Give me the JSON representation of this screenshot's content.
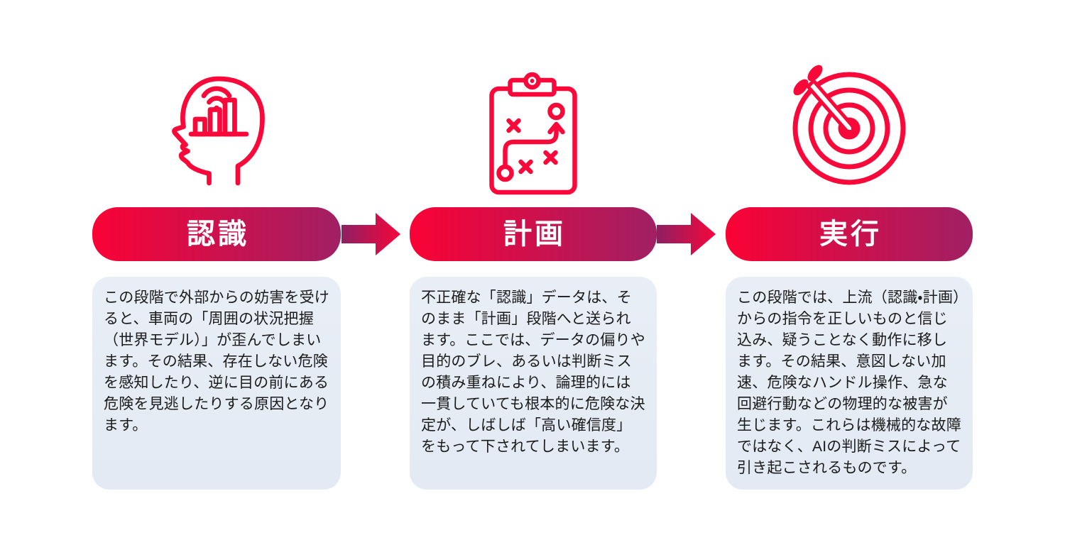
{
  "diagram": {
    "background": "#ffffff",
    "colors": {
      "accent_red": "#f8093a",
      "pill_gradient_start": "#fa0235",
      "pill_gradient_end": "#a02064",
      "arrow_gradient_start": "#8e2063",
      "arrow_gradient_end": "#f6063c",
      "box_background": "#e5ebf4",
      "pill_text": "#ffffff",
      "body_text": "#1b1b1b"
    },
    "stages": [
      {
        "icon": "head-analytics-icon",
        "title": "認識",
        "description": "この段階で外部からの妨害を受けると、車両の「周囲の状況把握（世界モデル）」が歪んでしまいます。その結果、存在しない危険を感知したり、逆に目の前にある危険を見逃したりする原因となります。"
      },
      {
        "icon": "strategy-clipboard-icon",
        "title": "計画",
        "description": "不正確な「認識」データは、そのまま「計画」段階へと送られます。ここでは、データの偏りや目的のブレ、あるいは判断ミスの積み重ねにより、論理的には一貫していても根本的に危険な決定が、しばしば「高い確信度」をもって下されてしまいます。"
      },
      {
        "icon": "dart-target-icon",
        "title": "実行",
        "description": "この段階では、上流（認識・計画）からの指令を正しいものと信じ込み、疑うことなく動作に移します。その結果、意図しない加速、危険なハンドル操作、急な回避行動などの物理的な被害が生じます。これらは機械的な故障ではなく、AIの判断ミスによって引き起こされるものです。"
      }
    ]
  }
}
